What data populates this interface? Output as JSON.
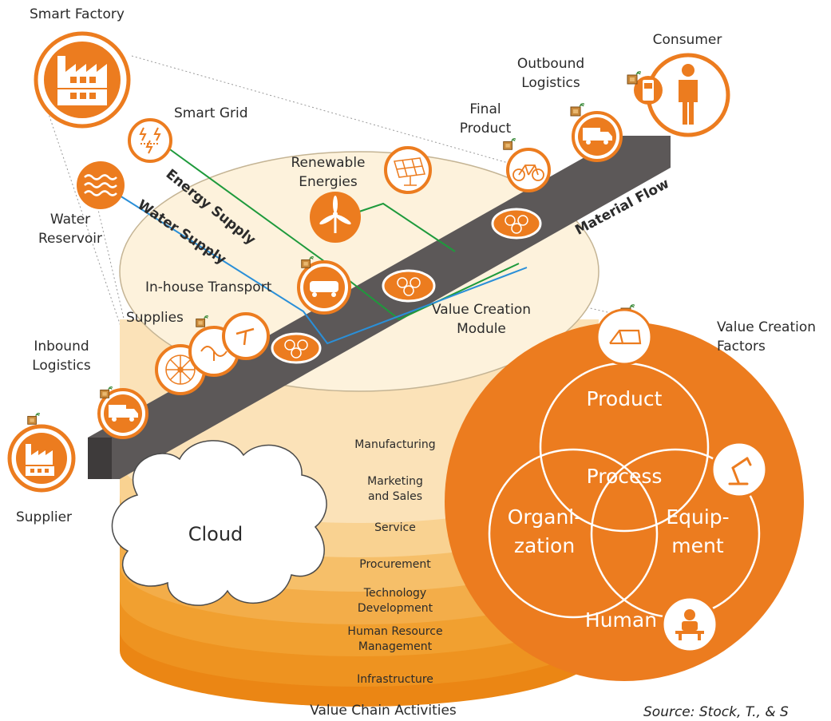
{
  "colors": {
    "orange": "#ec7c1f",
    "darkOrange": "#e07010",
    "cream": "#fdf2dc",
    "road": "#5c5858",
    "energy": "#1e9a3c",
    "water": "#2a8fd8",
    "layer1": "#fbe2b8",
    "layer2": "#f9d291",
    "layer3": "#f6bf69",
    "layer4": "#f3ad49",
    "layer5": "#f1a030",
    "layer6": "#ee9320",
    "layer7": "#eb8614"
  },
  "labels": {
    "smart_factory": "Smart Factory",
    "smart_grid": "Smart Grid",
    "water_reservoir": "Water\nReservoir",
    "renewable_energies": "Renewable\nEnergies",
    "final_product": "Final\nProduct",
    "outbound_logistics": "Outbound\nLogistics",
    "consumer": "Consumer",
    "in_house_transport": "In-house Transport",
    "supplies": "Supplies",
    "inbound_logistics": "Inbound\nLogistics",
    "supplier": "Supplier",
    "value_creation_module": "Value Creation\nModule",
    "value_creation_factors": "Value Creation\nFactors",
    "energy_supply": "Energy Supply",
    "water_supply": "Water Supply",
    "material_flow": "Material Flow",
    "cloud": "Cloud",
    "value_chain_activities": "Value Chain Activities",
    "source": "Source: Stock, T., & S"
  },
  "layers": [
    "Manufacturing",
    "Marketing\nand Sales",
    "Service",
    "Procurement",
    "Technology\nDevelopment",
    "Human Resource\nManagement",
    "Infrastructure"
  ],
  "factors": {
    "product": "Product",
    "process": "Process",
    "organization": "Organi-\nzation",
    "equipment": "Equip-\nment",
    "human": "Human"
  },
  "icons": [
    "factory-icon",
    "lightning-grid-icon",
    "water-waves-icon",
    "solar-panel-icon",
    "wind-turbine-icon",
    "bicycle-icon",
    "truck-icon",
    "person-icon",
    "mobile-phone-icon",
    "transport-vehicle-icon",
    "wheel-icon",
    "handlebar-icon",
    "module-icon",
    "bike-frame-icon",
    "robot-arm-icon",
    "worker-icon",
    "cloud-icon",
    "rfid-tag-icon"
  ]
}
